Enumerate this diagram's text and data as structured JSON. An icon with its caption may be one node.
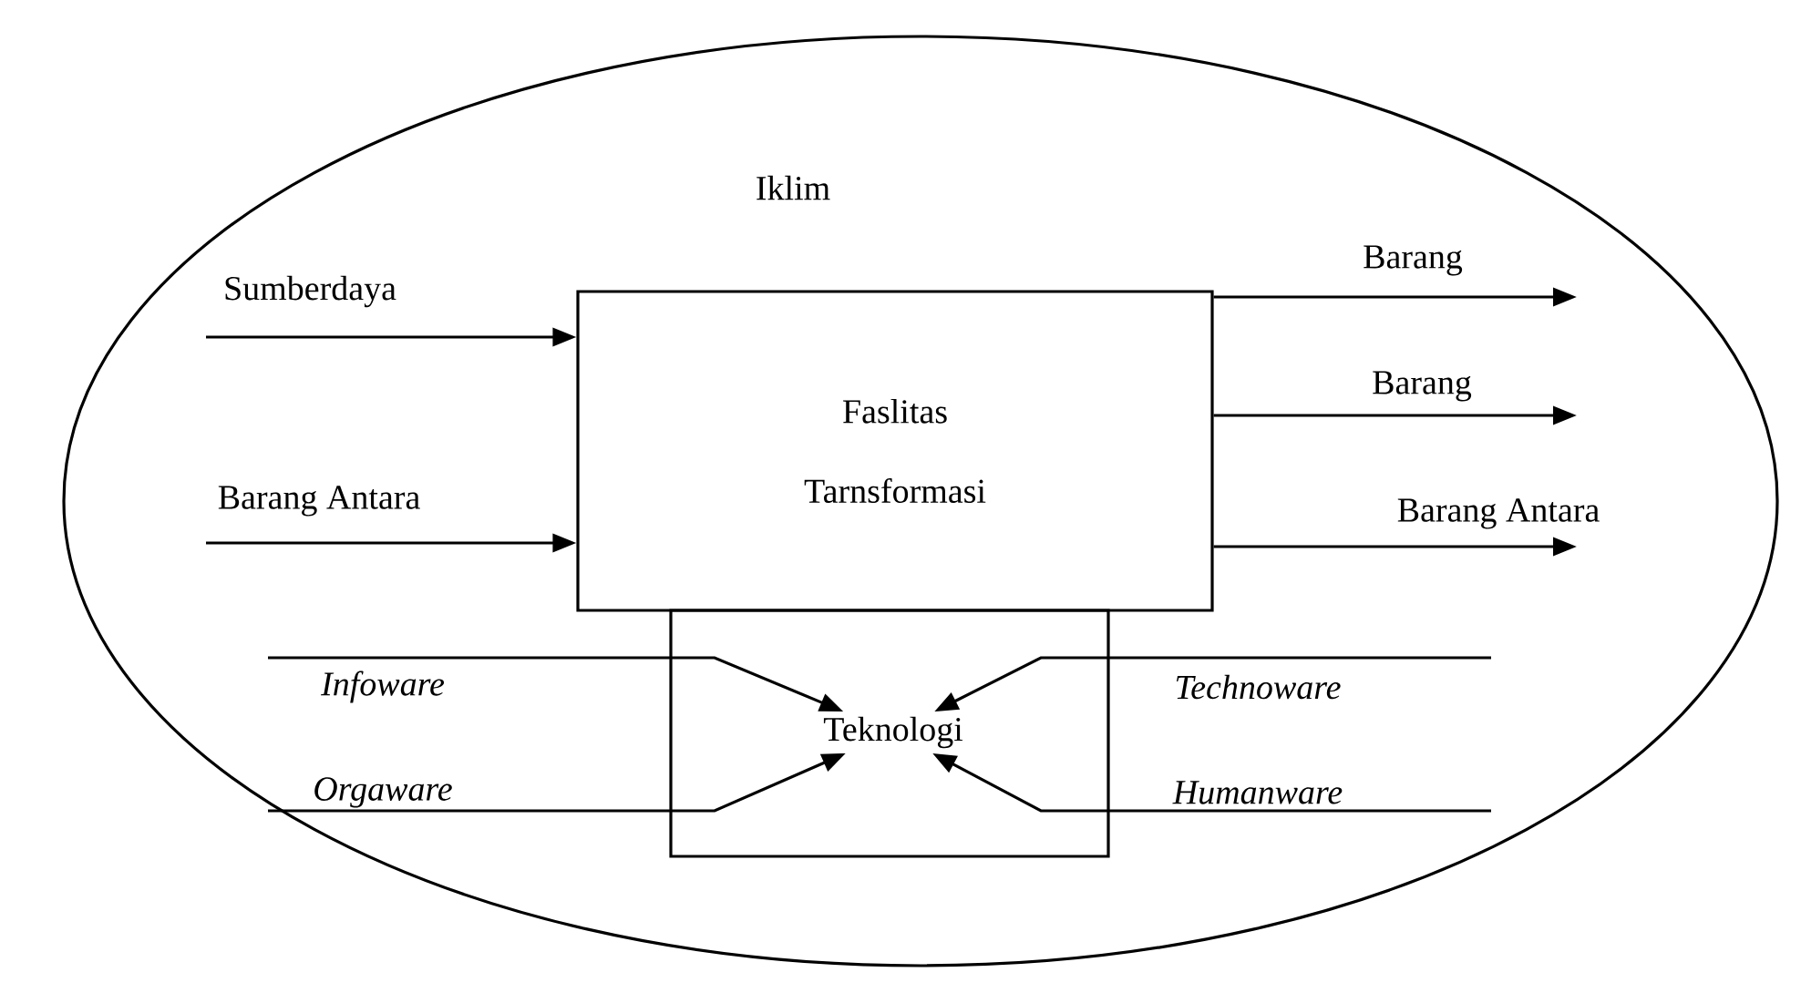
{
  "diagram": {
    "nodes": [
      {
        "text": [
          "Iklim"
        ]
      },
      {
        "text": [
          "Faslitas Tarnsformasi"
        ],
        "in": 0
      },
      {
        "text": [],
        "shape": "box",
        "in": 0
      },
      {
        "text": [
          "Teknologi"
        ],
        "in": 2
      }
    ],
    "edges": [
      {
        "from": null,
        "to": 1,
        "arrow": "to",
        "label": "Sumberdaya"
      },
      {
        "from": null,
        "to": 1,
        "arrow": "to",
        "label": "Barang Antara"
      },
      {
        "from": 1,
        "to": null,
        "arrow": "to",
        "label": "Barang"
      },
      {
        "from": 1,
        "to": null,
        "arrow": "to",
        "label": "Barang"
      },
      {
        "from": 1,
        "to": null,
        "arrow": "to",
        "label": "Barang Antara"
      },
      {
        "from": null,
        "to": 3,
        "arrow": "to",
        "label": "Infoware"
      },
      {
        "from": null,
        "to": 3,
        "arrow": "to",
        "label": "Orgaware"
      },
      {
        "from": null,
        "to": 3,
        "arrow": "to",
        "label": "Technoware"
      },
      {
        "from": null,
        "to": 3,
        "arrow": "to",
        "label": "Humanware"
      }
    ]
  }
}
